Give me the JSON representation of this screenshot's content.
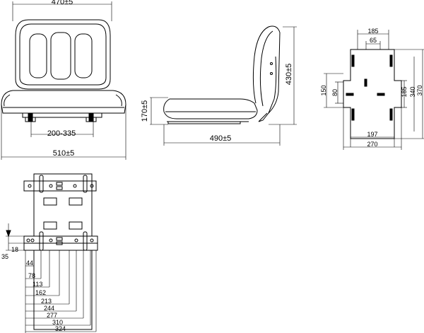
{
  "front_view": {
    "width_top": "470±5",
    "width_bottom": "510±5",
    "rail_range": "200-335"
  },
  "side_view": {
    "seat_height": "170±5",
    "depth": "490±5",
    "back_height": "430±5"
  },
  "base_plate": {
    "top": "185",
    "inner_top": "65",
    "left_outer": "150",
    "left_inner": "80",
    "right_a": "185",
    "right_b": "340",
    "right_c": "370",
    "bottom_a": "197",
    "bottom_b": "270"
  },
  "slide_rail": {
    "offset_18": "18",
    "offset_35": "35",
    "dims": [
      "44",
      "78",
      "113",
      "162",
      "213",
      "244",
      "277",
      "310",
      "324"
    ]
  }
}
